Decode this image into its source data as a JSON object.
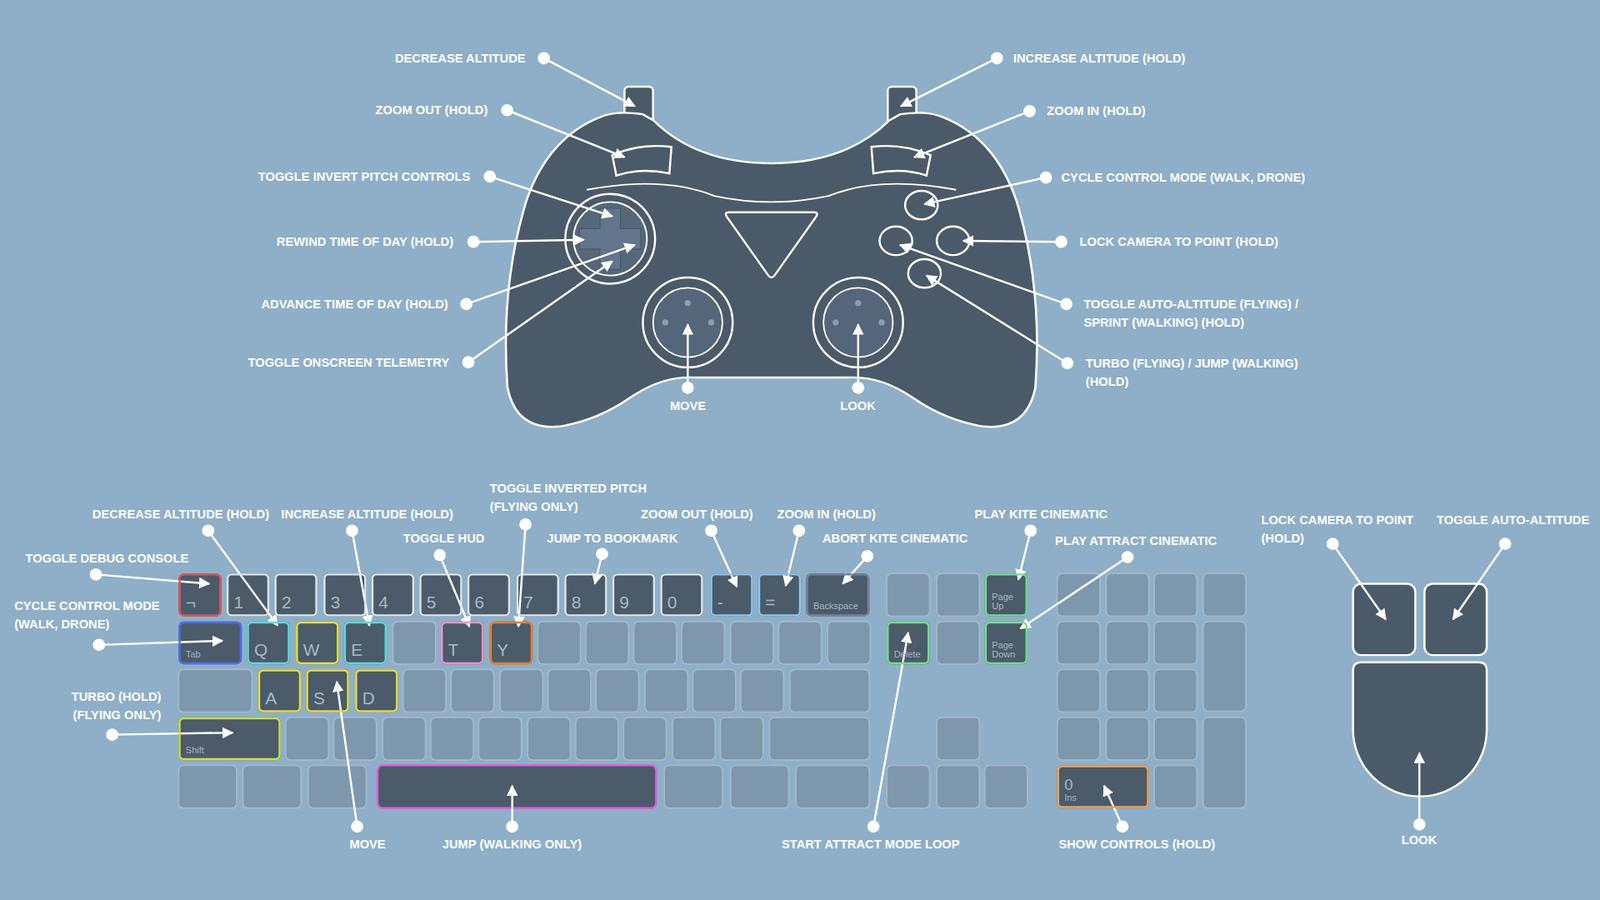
{
  "diagram": {
    "nodes": [
      {
        "text": [
          "¬"
        ]
      },
      {
        "text": [
          "1"
        ]
      },
      {
        "text": [
          "2"
        ]
      },
      {
        "text": [
          "3"
        ]
      },
      {
        "text": [
          "4"
        ]
      },
      {
        "text": [
          "5"
        ]
      },
      {
        "text": [
          "6"
        ]
      },
      {
        "text": [
          "7"
        ]
      },
      {
        "text": [
          "8"
        ]
      },
      {
        "text": [
          "9"
        ]
      },
      {
        "text": [
          "0"
        ]
      },
      {
        "text": [
          "-"
        ]
      },
      {
        "text": [
          "="
        ]
      },
      {
        "text": [
          "Backspace"
        ]
      },
      {
        "text": [
          "Page Up"
        ]
      },
      {
        "text": [
          "Tab"
        ]
      },
      {
        "text": [
          "Q"
        ]
      },
      {
        "text": [
          "W"
        ]
      },
      {
        "text": [
          "E"
        ]
      },
      {
        "text": [
          "T"
        ]
      },
      {
        "text": [
          "Y"
        ]
      },
      {
        "text": [
          "Delete"
        ]
      },
      {
        "text": [
          "Page Down"
        ]
      },
      {
        "text": [
          "A"
        ]
      },
      {
        "text": [
          "S"
        ]
      },
      {
        "text": [
          "D"
        ]
      },
      {
        "text": [
          "Shift"
        ]
      },
      {
        "text": [
          "0",
          "Ins"
        ]
      }
    ],
    "labels": [
      "DECREASE ALTITUDE",
      "INCREASE ALTITUDE (HOLD)",
      "ZOOM OUT (HOLD)",
      "ZOOM IN (HOLD)",
      "TOGGLE INVERT PITCH CONTROLS",
      "CYCLE CONTROL MODE (WALK, DRONE)",
      "REWIND TIME OF DAY (HOLD)",
      "LOCK CAMERA TO POINT (HOLD)",
      "ADVANCE TIME OF DAY (HOLD)",
      "TOGGLE AUTO-ALTITUDE (FLYING) / SPRINT (WALKING) (HOLD)",
      "TOGGLE ONSCREEN TELEMETRY",
      "TURBO (FLYING) / JUMP (WALKING) (HOLD)",
      "MOVE",
      "LOOK",
      "TOGGLE INVERTED PITCH (FLYING ONLY)",
      "DECREASE ALTITUDE (HOLD)",
      "INCREASE ALTITUDE (HOLD)",
      "ZOOM OUT (HOLD)",
      "ZOOM IN (HOLD)",
      "PLAY KITE CINEMATIC",
      "LOCK CAMERA TO POINT (HOLD)",
      "TOGGLE AUTO-ALTITUDE",
      "TOGGLE HUD",
      "JUMP TO BOOKMARK",
      "ABORT KITE CINEMATIC",
      "PLAY ATTRACT CINEMATIC",
      "TOGGLE DEBUG CONSOLE",
      "CYCLE CONTROL MODE (WALK, DRONE)",
      "TURBO (HOLD) (FLYING ONLY)",
      "MOVE",
      "JUMP (WALKING ONLY)",
      "START ATTRACT MODE LOOP",
      "SHOW CONTROLS (HOLD)",
      "LOOK"
    ]
  }
}
